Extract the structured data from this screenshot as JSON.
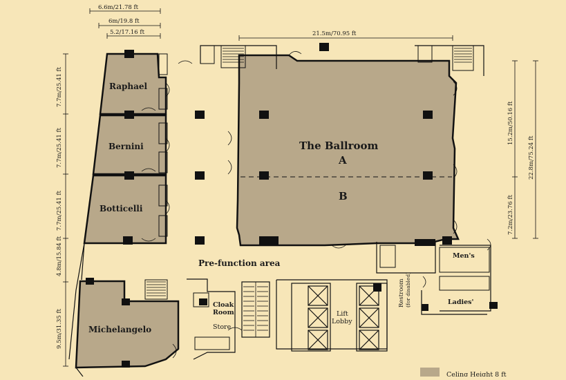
{
  "rooms": {
    "ballroom": "The Ballroom",
    "section_a": "A",
    "section_b": "B",
    "raphael": "Raphael",
    "bernini": "Bernini",
    "botticelli": "Botticelli",
    "michelangelo": "Michelangelo",
    "prefunction": "Pre-function area",
    "cloak_line1": "Cloak",
    "cloak_line2": "Room",
    "store": "Store",
    "lift_line1": "Lift",
    "lift_line2": "Lobby",
    "restroom_line1": "Restroom",
    "restroom_line2": "(for disabled)",
    "mens": "Men's",
    "ladies": "Ladies'"
  },
  "dimensions": {
    "top1": "6.6m/21.78 ft",
    "top2": "6m/19.8 ft",
    "top3": "5.2/17.16 ft",
    "ballroom_width": "21.5m/70.95 ft",
    "ballroom_a_depth": "15.2m/50.16 ft",
    "ballroom_b_depth": "7.2m/23.76 ft",
    "ballroom_total": "22.8m/75.24 ft",
    "raphael": "7.7m/25.41 ft",
    "bernini": "7.7m/25.41 ft",
    "botticelli": "7.7m/25.41 ft",
    "corridor": "4.8m/15.84 ft",
    "michelangelo": "9.5m/31.35 ft"
  },
  "legend": {
    "label": "Celing Height 8 ft",
    "swatch_color": "#b8a88a"
  },
  "colors": {
    "background": "#f7e6b8",
    "room_fill": "#b8a88a",
    "wall": "#111111"
  }
}
